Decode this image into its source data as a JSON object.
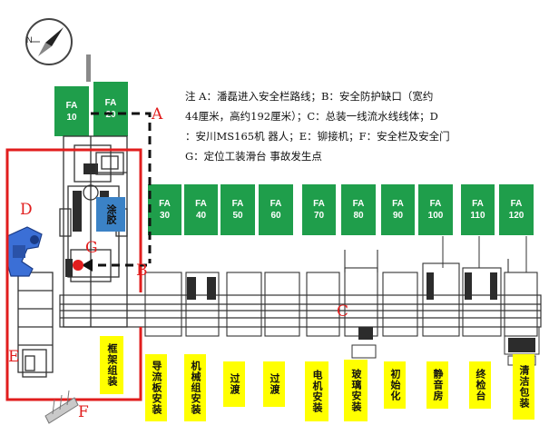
{
  "compass": {
    "label": "N"
  },
  "legend_lines": [
    "注  A：潘磊进入安全栏路线；B：安全防护缺口（宽约",
    "44厘米，高约192厘米）；C：总装一线流水线线体；D",
    "：安川MS165机 器人；E：铆接机；F：安全栏及安全门",
    "G：定位工装滑台 事故发生点"
  ],
  "top_stations": [
    {
      "code": "FA",
      "num": "10"
    },
    {
      "code": "FA",
      "num": "20"
    }
  ],
  "stations": [
    {
      "code": "FA",
      "num": "30"
    },
    {
      "code": "FA",
      "num": "40"
    },
    {
      "code": "FA",
      "num": "50"
    },
    {
      "code": "FA",
      "num": "60"
    },
    {
      "code": "FA",
      "num": "70"
    },
    {
      "code": "FA",
      "num": "80"
    },
    {
      "code": "FA",
      "num": "90"
    },
    {
      "code": "FA",
      "num": "100"
    },
    {
      "code": "FA",
      "num": "110"
    },
    {
      "code": "FA",
      "num": "120"
    }
  ],
  "glue_label": "涂胶",
  "process_labels": [
    "框架组装",
    "导流板安装",
    "机械组安装",
    "过渡",
    "过渡",
    "电机安装",
    "玻璃安装",
    "初始化",
    "静音房",
    "终检台",
    "清洁包装"
  ],
  "letters": {
    "A": "A",
    "B": "B",
    "C": "C",
    "D": "D",
    "E": "E",
    "F": "F",
    "G": "G"
  },
  "colors": {
    "station": "#1f9e4b",
    "label": "#ffff00",
    "marker": "#e11d1d",
    "glue": "#3b82c6",
    "robot": "#3b6fd6"
  }
}
